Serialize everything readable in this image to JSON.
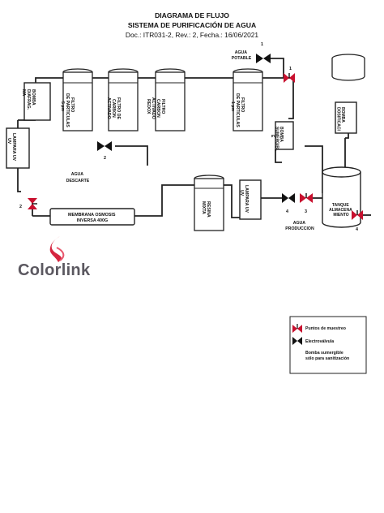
{
  "header": {
    "line1": "DIAGRAMA DE FLUJO",
    "line2": "SISTEMA DE PURIFICACIÓN DE AGUA",
    "line3": "Doc.: ITR031-2, Rev.: 2, Fecha.: 16/06/2021"
  },
  "components": {
    "bomba_diafragma": [
      "BOMBA",
      "DIAFRAG.",
      "MA"
    ],
    "filtro_particulas_1": [
      "FILTRO",
      "DE PARTICULAS",
      "5 µm"
    ],
    "filtro_carbon": [
      "FILTRO DE",
      "CARBON",
      "ACTIVADO"
    ],
    "filtro_carbon_activado": [
      "FILTRO",
      "CARBON",
      "ACTIVADO",
      "REDOX"
    ],
    "filtro_particulas_2": [
      "FILTRO",
      "DE PARTICULAS",
      "1 µm"
    ],
    "lampara_uv_1": [
      "LAMPARA UV",
      "UV"
    ],
    "membrana": [
      "MEMBRANA OSMOSIS",
      "INVERSA 400G"
    ],
    "resina_mixta": [
      "RESINA",
      "MIXTA"
    ],
    "lampara_uv_2": [
      "LAMPARA UV",
      "UV"
    ],
    "bomba_sumergible": [
      "BOMBA",
      "SUMERGIBL",
      "E"
    ],
    "tanque": [
      "TANQUE",
      "ALMACENA",
      "MIENTO"
    ],
    "bomba_dosificacion": [
      "BOMBA",
      "DOSIFICACI"
    ]
  },
  "labels": {
    "agua_potable": [
      "AGUA",
      "POTABLE"
    ],
    "agua_descarte": [
      "AGUA",
      "DESCARTE"
    ],
    "agua_produccion": [
      "AGUA",
      "PRODUCCION"
    ]
  },
  "point_numbers": {
    "p1a": "1",
    "p1b": "1",
    "p2a": "2",
    "p2b": "2",
    "p3": "3",
    "p4a": "4",
    "p4b": "4"
  },
  "legend": {
    "sampling_points": "Puntos de muestreo",
    "solenoid_valve": "Electroválvula",
    "pump_note": [
      "Bomba sumergible",
      "sólo para sanitización"
    ]
  },
  "brand": {
    "name": "Colorlink"
  },
  "colors": {
    "sample_valve": "#c8102e",
    "solenoid_valve": "#111111",
    "line": "#222222",
    "logo_red": "#d5253f",
    "logo_text": "#5b5860"
  }
}
